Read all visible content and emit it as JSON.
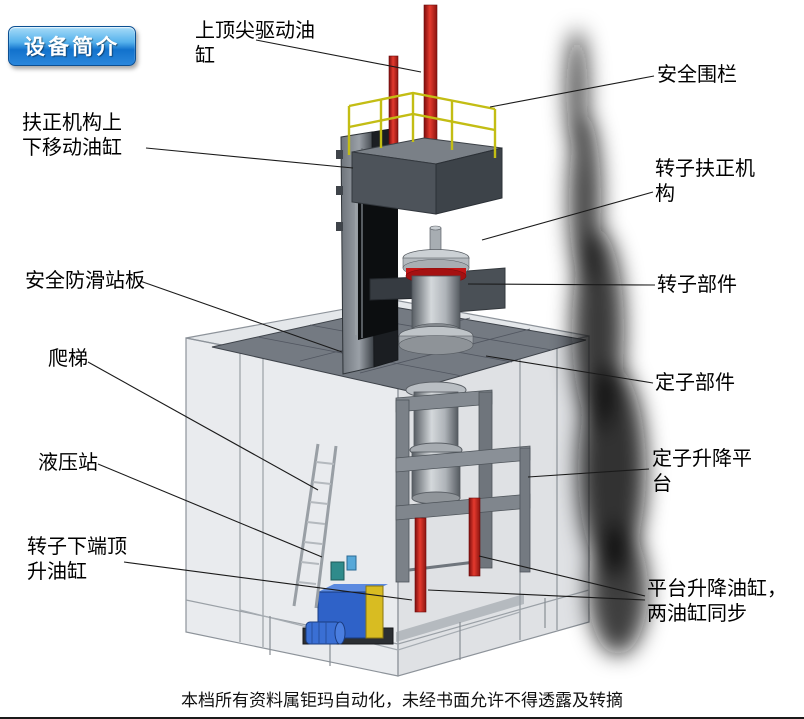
{
  "badge": {
    "label": "设备简介"
  },
  "callouts": {
    "top_drive_cylinder": "上顶尖驱动油\n缸",
    "safety_fence": "安全围栏",
    "centering_updown_cylinder": "扶正机构上\n下移动油缸",
    "rotor_centering_mechanism": "转子扶正机\n构",
    "antislip_platform": "安全防滑站板",
    "rotor_part": "转子部件",
    "ladder": "爬梯",
    "stator_part": "定子部件",
    "hydraulic_station": "液压站",
    "stator_lift_platform": "定子升降平\n台",
    "rotor_bottom_jack_cylinder": "转子下端顶\n升油缸",
    "platform_lift_cylinders": "平台升降油缸，\n两油缸同步"
  },
  "footer": {
    "text": "本档所有资料属钜玛自动化，未经书面允许不得透露及转摘"
  },
  "colors": {
    "badge_blue": "#1272cc",
    "cylinder_red": "#c41414",
    "railing_yellow": "#c3bd14",
    "hydraulic_blue": "#2f62c8",
    "accent_yellow": "#d8bc22",
    "platform_gray": "#747a82",
    "label_text": "#000000"
  }
}
